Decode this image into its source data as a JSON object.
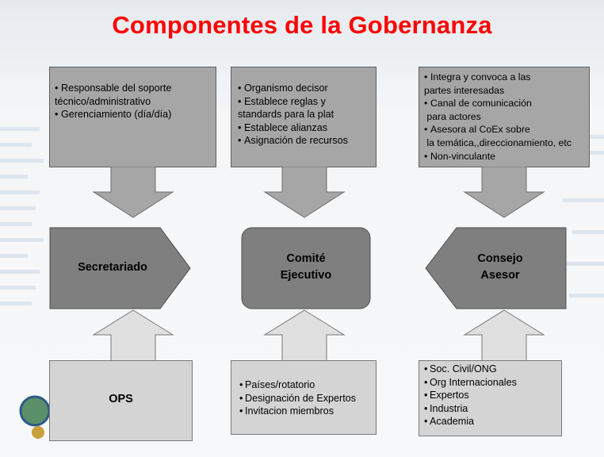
{
  "title": "Componentes de la Gobernanza",
  "colors": {
    "title": "#ff0000",
    "top_box": "#a6a6a6",
    "main_shape": "#7f7f7f",
    "bottom_box": "#d4d4d4"
  },
  "top": {
    "left": [
      {
        "text": "Responsable del soporte",
        "cont": "técnico/administrativo"
      },
      {
        "text": "Gerenciamiento (día/día)"
      }
    ],
    "center": [
      {
        "text": "Organismo decisor"
      },
      {
        "text": "Establece reglas y",
        "cont": "standards para la plat"
      },
      {
        "text": "Establece alianzas"
      },
      {
        "text": "Asignación de recursos"
      }
    ],
    "right": [
      {
        "text": "Integra y convoca a las",
        "cont": "partes interesadas"
      },
      {
        "text": "Canal de comunicación",
        "cont": " para actores"
      },
      {
        "text": "Asesora al CoEx sobre",
        "cont": " la temática,,direccionamiento, etc"
      },
      {
        "text": "Non-vinculante"
      }
    ]
  },
  "middle": {
    "left": "Secretariado",
    "center": "Comité Ejecutivo",
    "right": "Consejo Asesor"
  },
  "bottom": {
    "left": "OPS",
    "center": [
      "Países/rotatorio",
      "Designación de Expertos",
      "Invitacion miembros"
    ],
    "right": [
      "Soc. Civil/ONG",
      "Org Internacionales",
      "Expertos",
      "Industria",
      "Academia"
    ]
  }
}
